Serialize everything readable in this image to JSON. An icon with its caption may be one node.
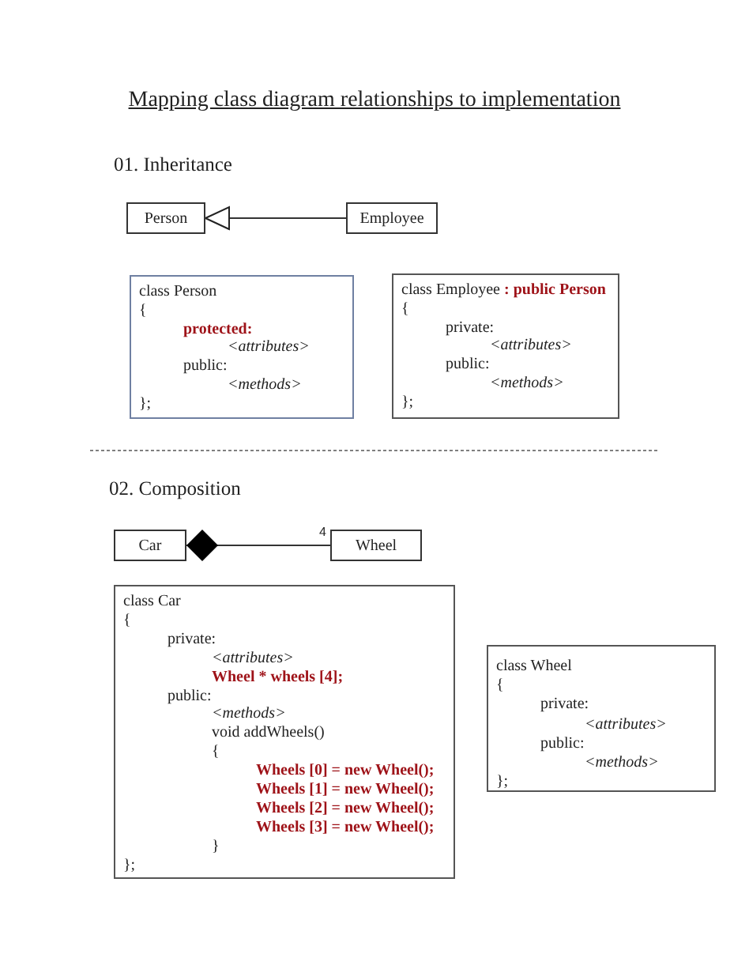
{
  "diagram": {
    "title": "Mapping class diagram relationships to implementation",
    "nodes": [
      {
        "text": [
          "Person"
        ]
      },
      {
        "text": [
          "Employee"
        ]
      },
      {
        "text": [
          "class Person",
          "{",
          "protected:",
          "<attributes>",
          "public:",
          "<methods>",
          "};"
        ]
      },
      {
        "text": [
          "class Employee **: public Person**",
          "{",
          "private:",
          "<attributes>",
          "public:",
          "<methods>",
          "};"
        ]
      },
      {
        "text": [
          "Car"
        ]
      },
      {
        "text": [
          "Wheel"
        ]
      },
      {
        "text": [
          "class Car",
          "{",
          "private:",
          "<attributes>",
          "Wheel * wheels [4];",
          "public:",
          "<methods>",
          "void addWheels()",
          "{",
          "Wheels [0] = new Wheel();",
          "Wheels [1] = new Wheel();",
          "Wheels [2] = new Wheel();",
          "Wheels [3] = new Wheel();",
          "}",
          "};"
        ]
      },
      {
        "text": [
          "class Wheel",
          "{",
          "private:",
          "<attributes>",
          "public:",
          "<methods>",
          "};"
        ]
      }
    ],
    "edges": [
      {
        "from": 1,
        "to": 0,
        "arrow": "to"
      },
      {
        "from": 4,
        "to": 5,
        "arrow": "other",
        "label": "4"
      }
    ],
    "labels": [
      "01. Inheritance",
      "02. Composition"
    ]
  }
}
